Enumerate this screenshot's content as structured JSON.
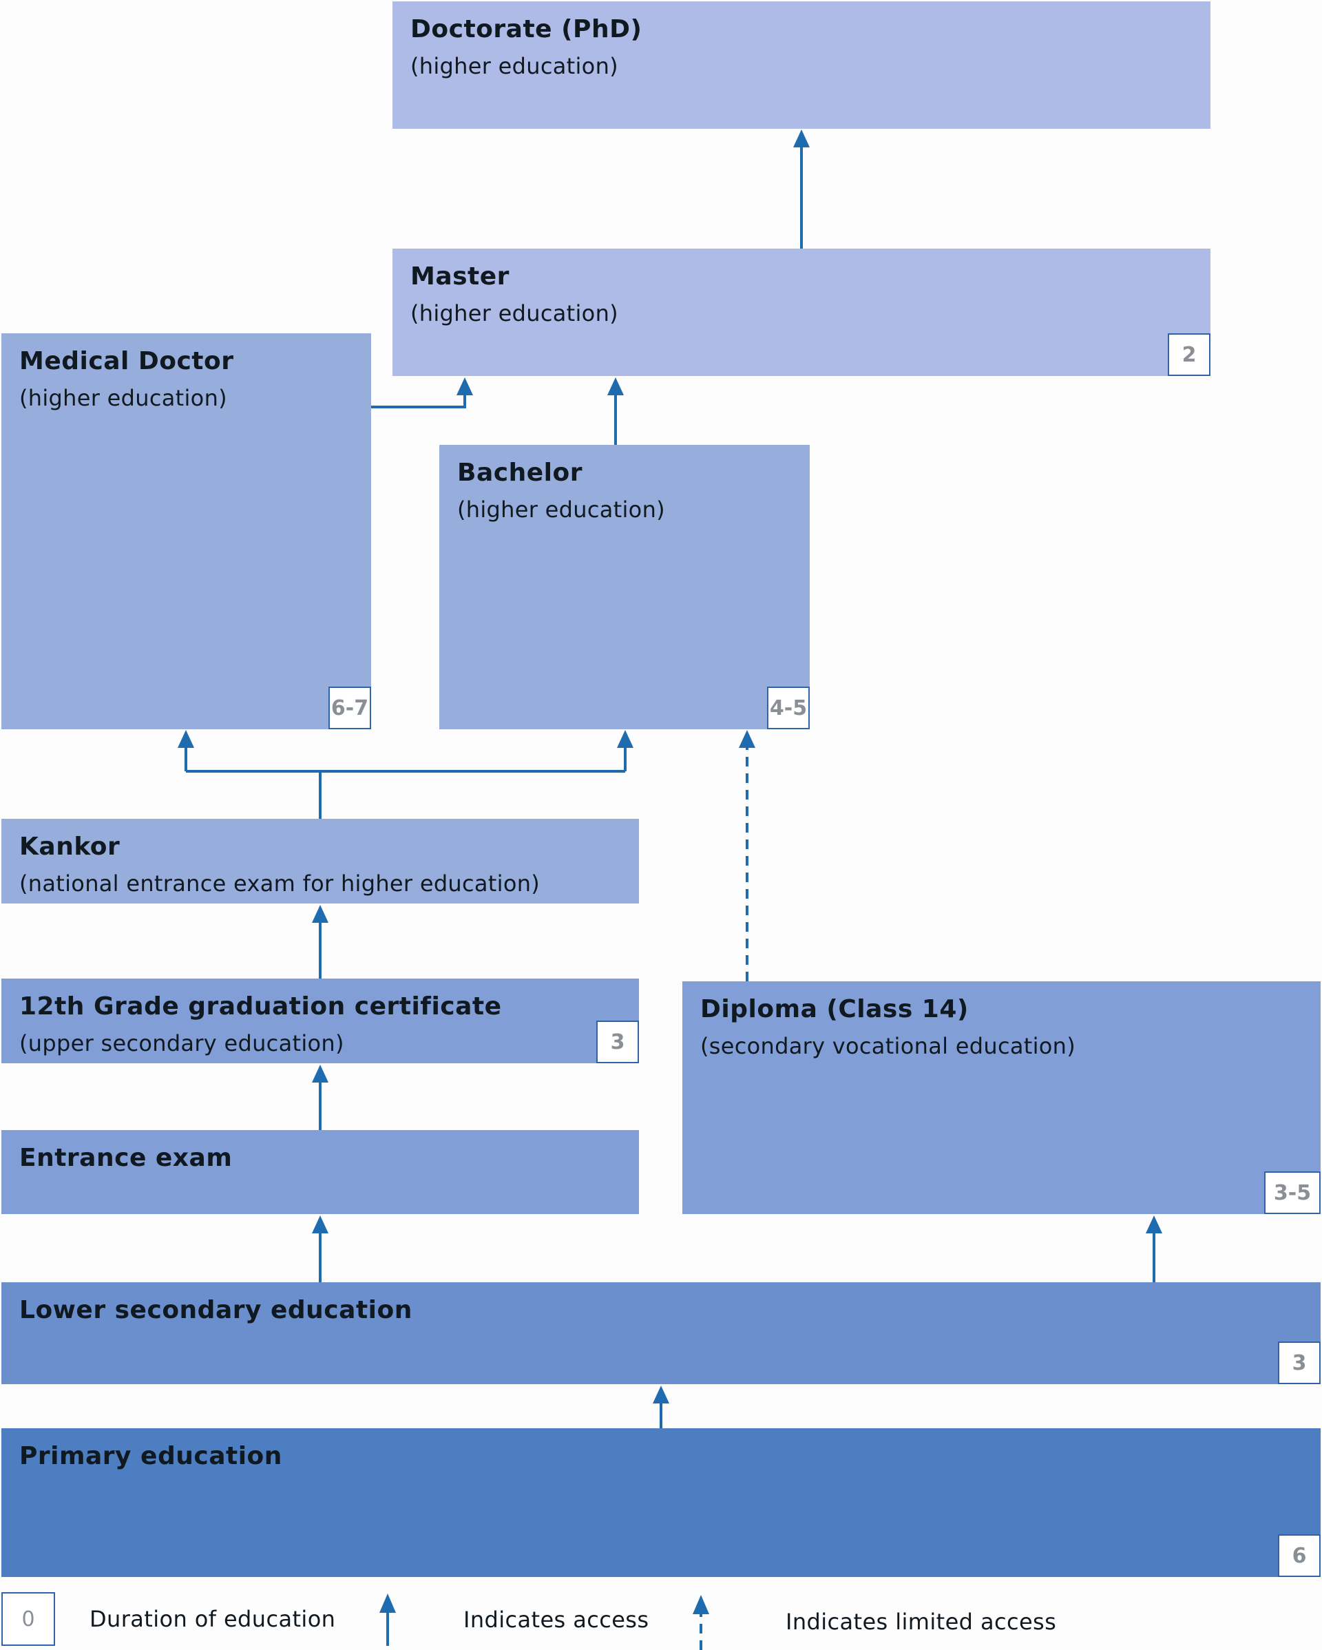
{
  "boxes": {
    "doctorate": {
      "title": "Doctorate (PhD)",
      "subtitle": "(higher education)"
    },
    "master": {
      "title": "Master",
      "subtitle": "(higher education)",
      "duration": "2"
    },
    "medical": {
      "title": "Medical Doctor",
      "subtitle": "(higher education)",
      "duration": "6-7"
    },
    "bachelor": {
      "title": "Bachelor",
      "subtitle": "(higher education)",
      "duration": "4-5"
    },
    "kankor": {
      "title": "Kankor",
      "subtitle": "(national entrance exam for higher education)"
    },
    "grade12": {
      "title": "12th Grade graduation certificate",
      "subtitle": "(upper secondary education)",
      "duration": "3"
    },
    "diploma": {
      "title": "Diploma (Class 14)",
      "subtitle": "(secondary vocational education)",
      "duration": "3-5"
    },
    "entrance": {
      "title": "Entrance exam"
    },
    "lower_secondary": {
      "title": "Lower secondary education",
      "duration": "3"
    },
    "primary": {
      "title": "Primary education",
      "duration": "6"
    }
  },
  "legend": {
    "badge_value": "0",
    "duration_label": "Duration of education",
    "access_label": "Indicates access",
    "limited_access_label": "Indicates limited access"
  },
  "colors": {
    "arrow": "#1f6bb0",
    "level1": "#adbbe6",
    "level2": "#97aedc",
    "level3": "#819fd6",
    "level4": "#6a8fcc",
    "level5": "#4e7ec2"
  }
}
